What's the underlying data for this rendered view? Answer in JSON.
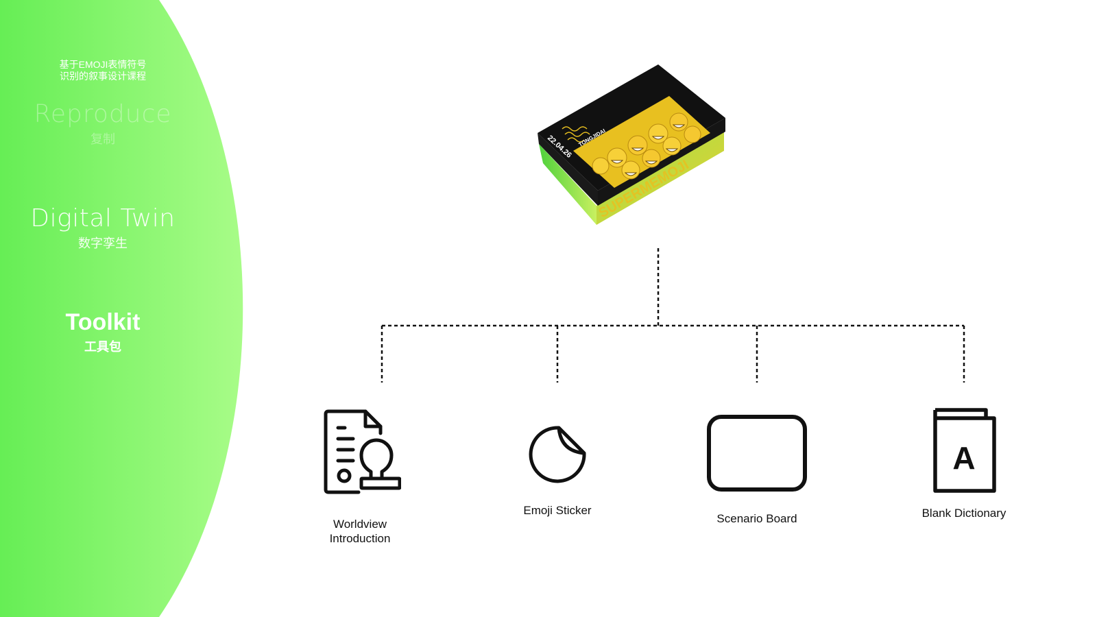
{
  "sidebar": {
    "course_subtitle_line1": "基于EMOJI表情符号",
    "course_subtitle_line2": "识别的叙事设计课程",
    "items": [
      {
        "en": "Reproduce",
        "zh": "复制",
        "state": "inactive"
      },
      {
        "en": "Digital Twin",
        "zh": "数字孪生",
        "state": "inactive"
      },
      {
        "en": "Toolkit",
        "zh": "工具包",
        "state": "active"
      }
    ]
  },
  "product": {
    "brand_text": "SUPERMEMOJI",
    "side_text": "SUPERMEMOJI",
    "date_text": "22.04.26",
    "sub_text": "TONGJIDAI"
  },
  "tools": [
    {
      "label_line1": "Worldview",
      "label_line2": "Introduction",
      "icon": "worldview-document-icon"
    },
    {
      "label_line1": "Emoji Sticker",
      "icon": "emoji-sticker-icon"
    },
    {
      "label_line1": "Scenario Board",
      "icon": "scenario-board-icon"
    },
    {
      "label_line1": "Blank Dictionary",
      "icon": "blank-dictionary-icon"
    }
  ],
  "colors": {
    "green_bright": "#66ee55",
    "green_light": "#a8fc88",
    "tree_line": "#111111",
    "icon_stroke": "#111111",
    "box_yellow": "#e8c020",
    "box_black": "#111111"
  }
}
